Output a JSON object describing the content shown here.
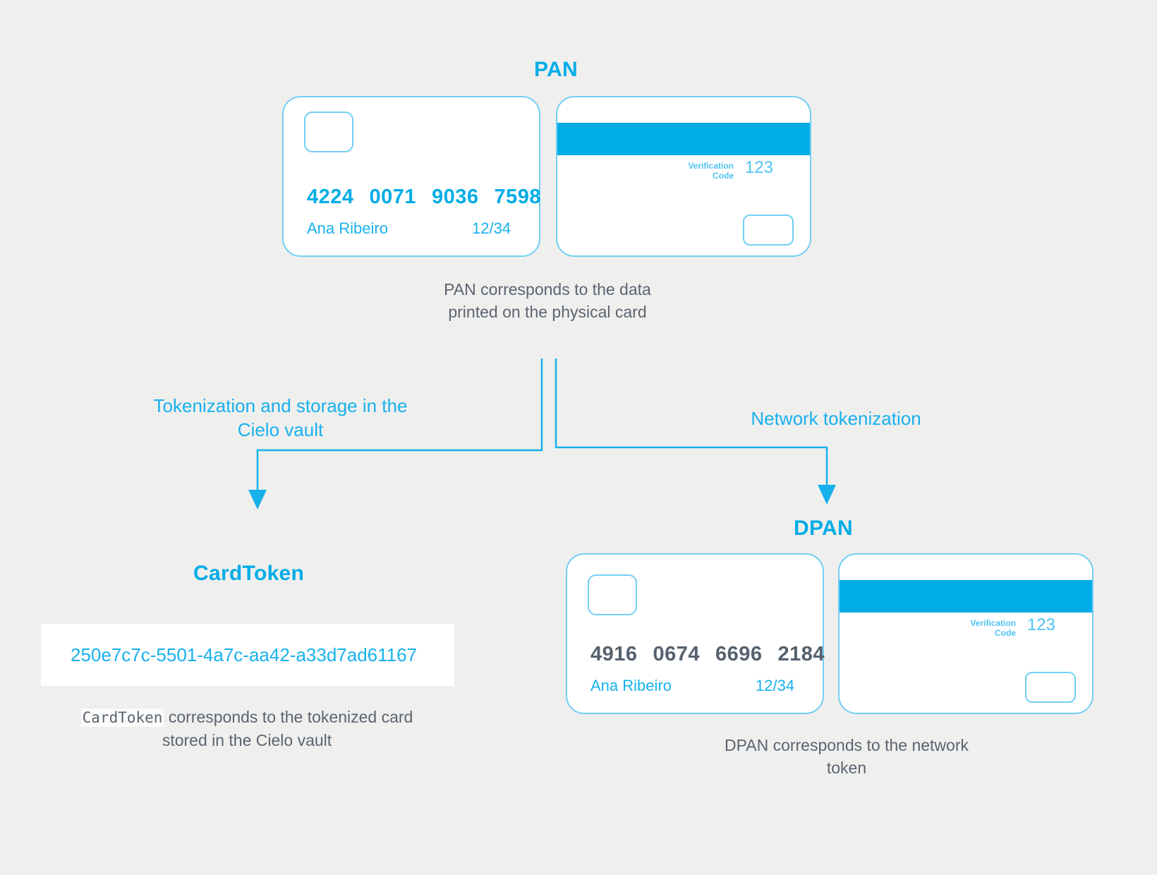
{
  "theme": {
    "background": "#efefee",
    "accent": "#00ace6",
    "accent_light": "#72cff3",
    "text_gray": "#5b6470",
    "number_dark": "#55616e"
  },
  "pan_section": {
    "title": "PAN",
    "front_card": {
      "number_groups": [
        "4224",
        "0071",
        "9036",
        "7598"
      ],
      "holder": "Ana Ribeiro",
      "expiry": "12/34"
    },
    "back_card": {
      "cvv_label_line1": "Verification",
      "cvv_label_line2": "Code",
      "cvv_value": "123"
    },
    "caption_line1": "PAN corresponds to the data",
    "caption_line2": "printed on the physical card"
  },
  "flows": {
    "left_label_line1": "Tokenization and storage in the",
    "left_label_line2": "Cielo vault",
    "right_label": "Network tokenization"
  },
  "cardtoken_section": {
    "title": "CardToken",
    "token_value": "250e7c7c-5501-4a7c-aa42-a33d7ad61167",
    "caption_code": "CardToken",
    "caption_rest": " corresponds to the tokenized card",
    "caption_line2": "stored in the Cielo vault"
  },
  "dpan_section": {
    "title": "DPAN",
    "front_card": {
      "number_groups": [
        "4916",
        "0674",
        "6696",
        "2184"
      ],
      "holder": "Ana Ribeiro",
      "expiry": "12/34"
    },
    "back_card": {
      "cvv_label_line1": "Verification",
      "cvv_label_line2": "Code",
      "cvv_value": "123"
    },
    "caption_line1": "DPAN corresponds to the network",
    "caption_line2": "token"
  }
}
